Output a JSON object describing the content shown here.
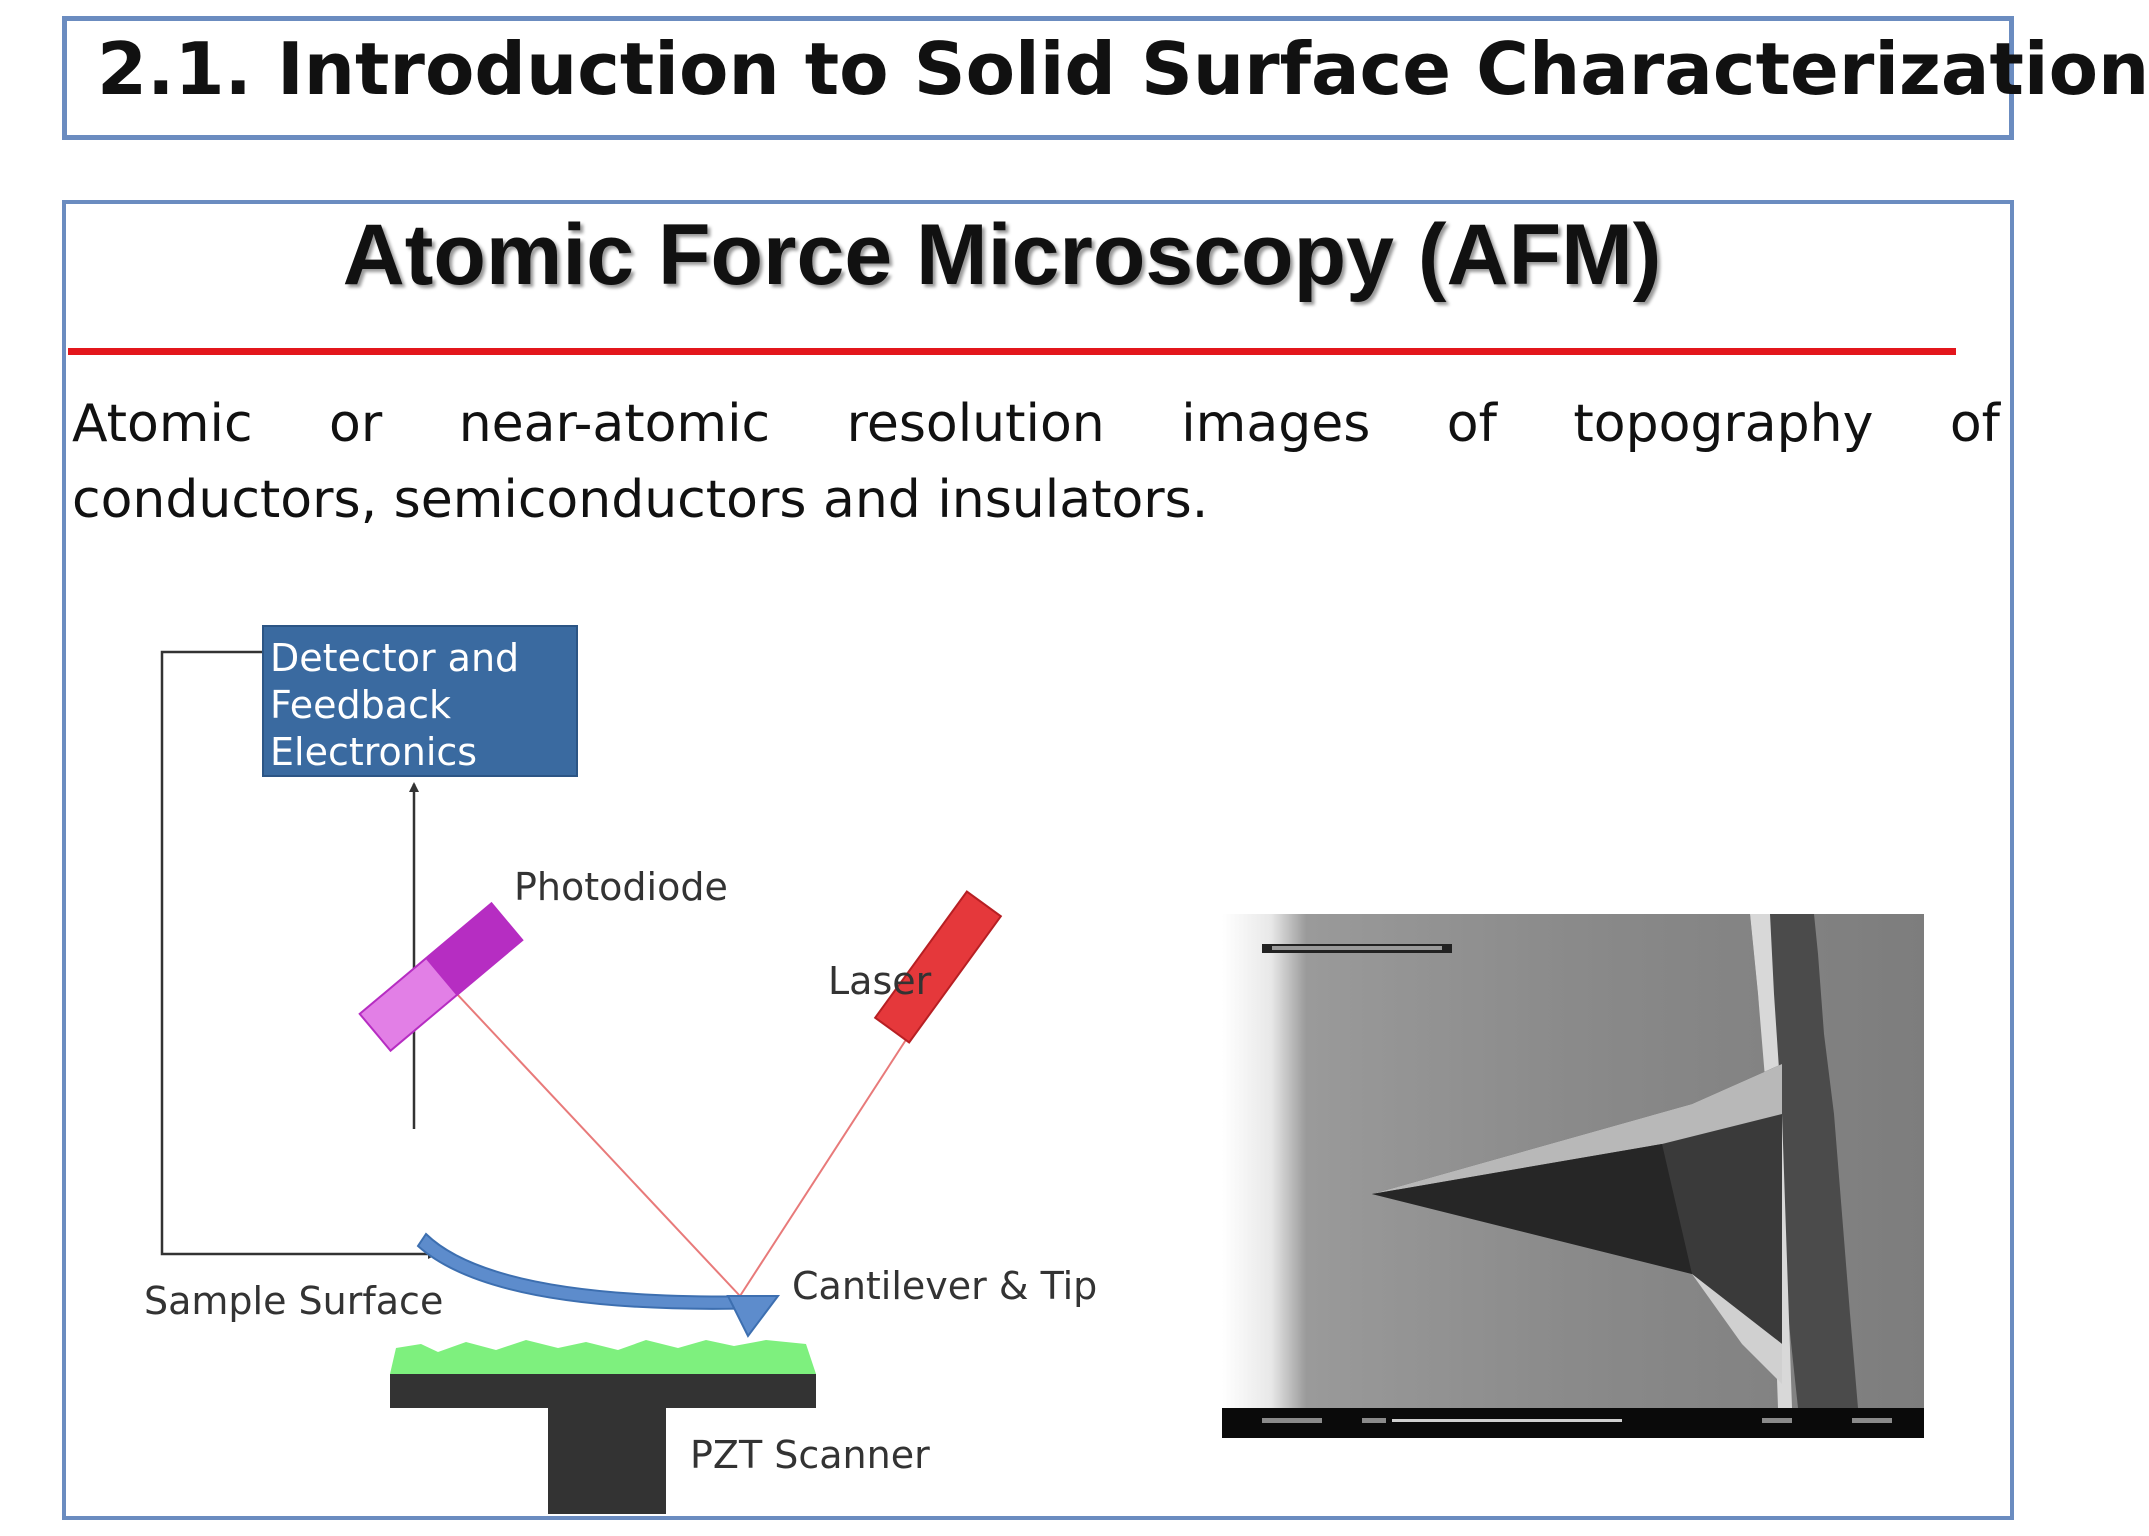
{
  "header": {
    "title": "2.1. Introduction to Solid Surface Characterization"
  },
  "slide": {
    "heading": "Atomic Force Microscopy (AFM)",
    "body_line_1": "Atomic or near-atomic resolution images of topography of",
    "body_line_2": "conductors, semiconductors and insulators."
  },
  "diagram": {
    "detector_line_1": "Detector and",
    "detector_line_2": "Feedback",
    "detector_line_3": "Electronics",
    "photodiode_label": "Photodiode",
    "laser_label": "Laser",
    "cantilever_label": "Cantilever & Tip",
    "sample_label": "Sample Surface",
    "scanner_label": "PZT Scanner"
  },
  "colors": {
    "frame": "#6b8cc0",
    "rule": "#e3161c",
    "detector_box": "#3a6aa0",
    "photodiode": "#e27fe6",
    "photodiode_dark": "#b62dc2",
    "laser": "#e5383b",
    "beam": "#e87a7a",
    "cantilever": "#5d8ccc",
    "sample": "#7ef07e",
    "scanner": "#333333"
  },
  "sem_image": {
    "icon": "sem-micrograph-of-afm-tip"
  }
}
